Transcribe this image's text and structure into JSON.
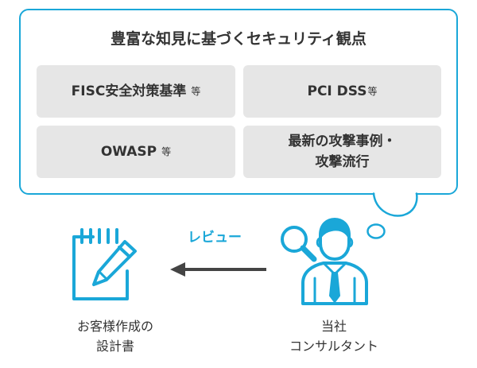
{
  "bubble": {
    "title": "豊富な知見に基づくセキュリティ観点",
    "cards": [
      {
        "main": "FISC安全対策基準",
        "suffix": "等"
      },
      {
        "main": "PCI DSS",
        "suffix": "等"
      },
      {
        "main": "OWASP",
        "suffix": "等"
      },
      {
        "line1": "最新の攻撃事例・",
        "line2": "攻撃流行"
      }
    ]
  },
  "review": {
    "label": "レビュー"
  },
  "document": {
    "line1": "お客様作成の",
    "line2": "設計書"
  },
  "consultant": {
    "line1": "当社",
    "line2": "コンサルタント"
  },
  "colors": {
    "accent": "#1aa7d8",
    "card": "#e6e6e6",
    "text": "#333333"
  },
  "icons": [
    "document-pencil-icon",
    "magnifier-icon",
    "consultant-person-icon",
    "arrow-left-icon"
  ]
}
